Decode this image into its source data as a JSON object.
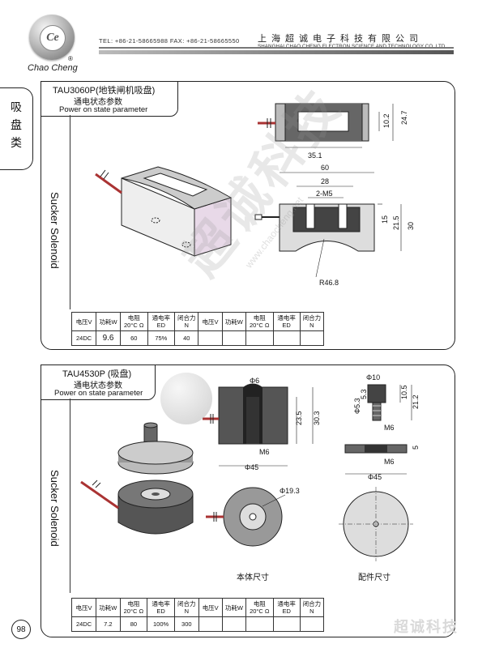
{
  "header": {
    "logo_monogram": "Ce",
    "logo_text": "Chao Cheng",
    "logo_reg": "®",
    "tel_fax": "TEL: +86-21-58665988  FAX: +86-21-58665550",
    "company_cn": "上海超诚电子科技有限公司",
    "company_en": "SHANGHAI CHAO CHENG ELECTRON SCIENCE AND TECHNOLOGY CO.,LTD."
  },
  "side_tab": [
    "吸",
    "盘",
    "类"
  ],
  "section1": {
    "model": "TAU3060P(地铁闸机吸盘)",
    "state_cn": "通电状态参数",
    "state_en": "Power on state parameter",
    "vertical_label": "Sucker Solenoid",
    "dims": {
      "d1": "10.2",
      "d2": "24.7",
      "d3": "35.1",
      "d4": "60",
      "d5": "28",
      "d6": "2-M5",
      "d7": "15",
      "d8": "21.5",
      "d9": "30",
      "d10": "R46.8"
    },
    "table": {
      "headers": [
        "电压V",
        "功耗W",
        "电阻 20°C Ω",
        "通电率 ED",
        "闭合力 N",
        "电压V",
        "功耗W",
        "电阻 20°C Ω",
        "通电率 ED",
        "闭合力 N"
      ],
      "row": [
        "24DC",
        "9.6",
        "60",
        "75%",
        "40",
        "",
        "",
        "",
        "",
        ""
      ]
    }
  },
  "section2": {
    "model": "TAU4530P (吸盘)",
    "state_cn": "通电状态参数",
    "state_en": "Power on state parameter",
    "vertical_label": "Sucker Solenoid",
    "dims": {
      "a1": "Φ6",
      "a2": "23.5",
      "a3": "30.3",
      "a4": "M6",
      "a5": "Φ45",
      "a6": "Φ19.3",
      "b1": "Φ10",
      "b2": "5.3",
      "b3": "Φ5.3",
      "b4": "10.5",
      "b5": "21.2",
      "b6": "M6",
      "b7": "5",
      "b8": "M6",
      "b9": "Φ45"
    },
    "caption_body": "本体尺寸",
    "caption_part": "配件尺寸",
    "table": {
      "headers": [
        "电压V",
        "功耗W",
        "电阻 20°C Ω",
        "通电率 ED",
        "闭合力 N",
        "电压V",
        "功耗W",
        "电阻 20°C Ω",
        "通电率 ED",
        "闭合力 N"
      ],
      "row": [
        "24DC",
        "7.2",
        "80",
        "100%",
        "300",
        "",
        "",
        "",
        "",
        ""
      ]
    }
  },
  "watermark": {
    "cn": "超诚科技",
    "url": "www.chaocheng.net"
  },
  "page_number": "98",
  "footer_watermark": "超诚科技"
}
